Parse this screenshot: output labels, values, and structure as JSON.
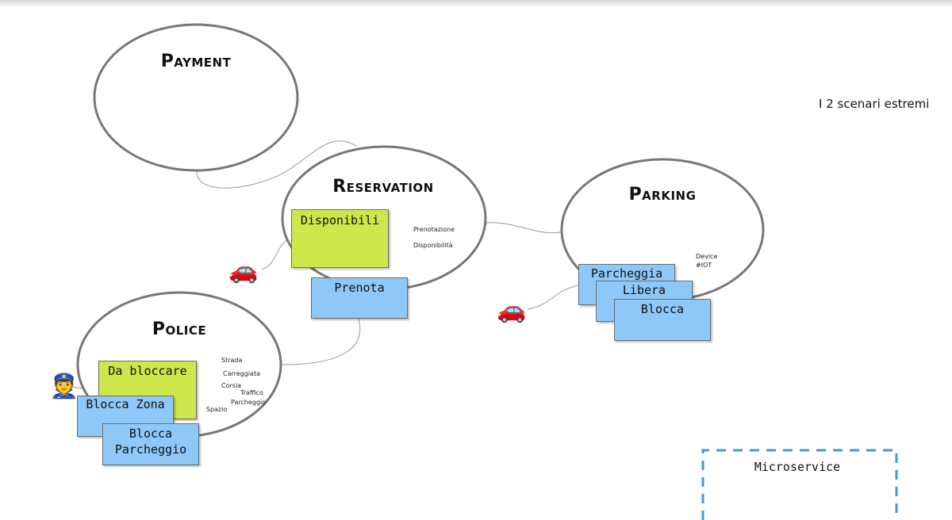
{
  "contexts": {
    "payment": {
      "title": "Payment"
    },
    "reservation": {
      "title": "Reservation"
    },
    "parking": {
      "title": "Parking"
    },
    "police": {
      "title": "Police"
    }
  },
  "notes": {
    "disponibili": "Disponibili",
    "prenota": "Prenota",
    "parcheggia": "Parcheggia",
    "libera": "Libera",
    "blocca": "Blocca",
    "da_bloccare": "Da bloccare",
    "blocca_zona": "Blocca Zona",
    "blocca_parcheggio": "Blocca\nParcheggio"
  },
  "labels": {
    "reservation": [
      "Prenotazione",
      "Disponibilità"
    ],
    "parking": [
      "Device",
      "#IOT"
    ],
    "police": [
      "Strada",
      "Carreggiata",
      "Corsia",
      "Traffico",
      "Parcheggio",
      "Spazio"
    ]
  },
  "side_note": "I 2 scenari estremi",
  "legend": {
    "label": "Microservice",
    "color": "#3a9be0"
  },
  "icons": {
    "car": "🚗",
    "police_officer": "👮"
  },
  "colors": {
    "domain_stroke": "#777777",
    "note_green": "#cde64a",
    "note_blue": "#8ec8f8"
  }
}
